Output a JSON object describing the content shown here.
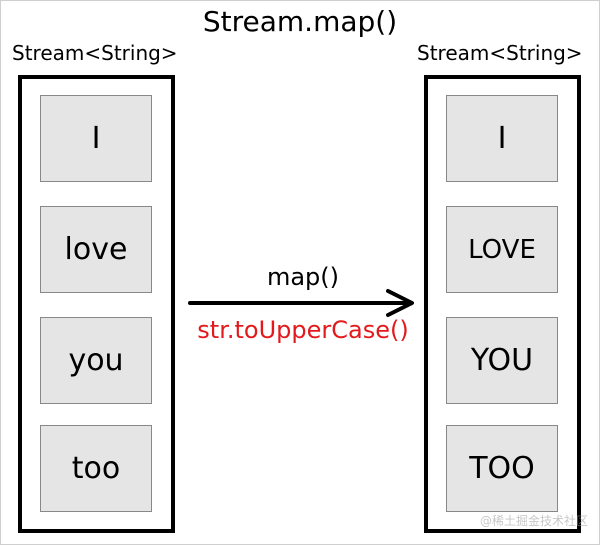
{
  "title": "Stream.map()",
  "input_stream": {
    "label": "Stream<String>",
    "items": [
      "I",
      "love",
      "you",
      "too"
    ]
  },
  "output_stream": {
    "label": "Stream<String>",
    "items": [
      "I",
      "LOVE",
      "YOU",
      "TOO"
    ]
  },
  "operation": {
    "label": "map()",
    "function": "str.toUpperCase()"
  },
  "colors": {
    "function_text": "#e31a1c",
    "item_fill": "#e5e5e5",
    "border": "#000000",
    "watermark": "#9a9a9a"
  },
  "watermark": "@稀土掘金技术社区"
}
